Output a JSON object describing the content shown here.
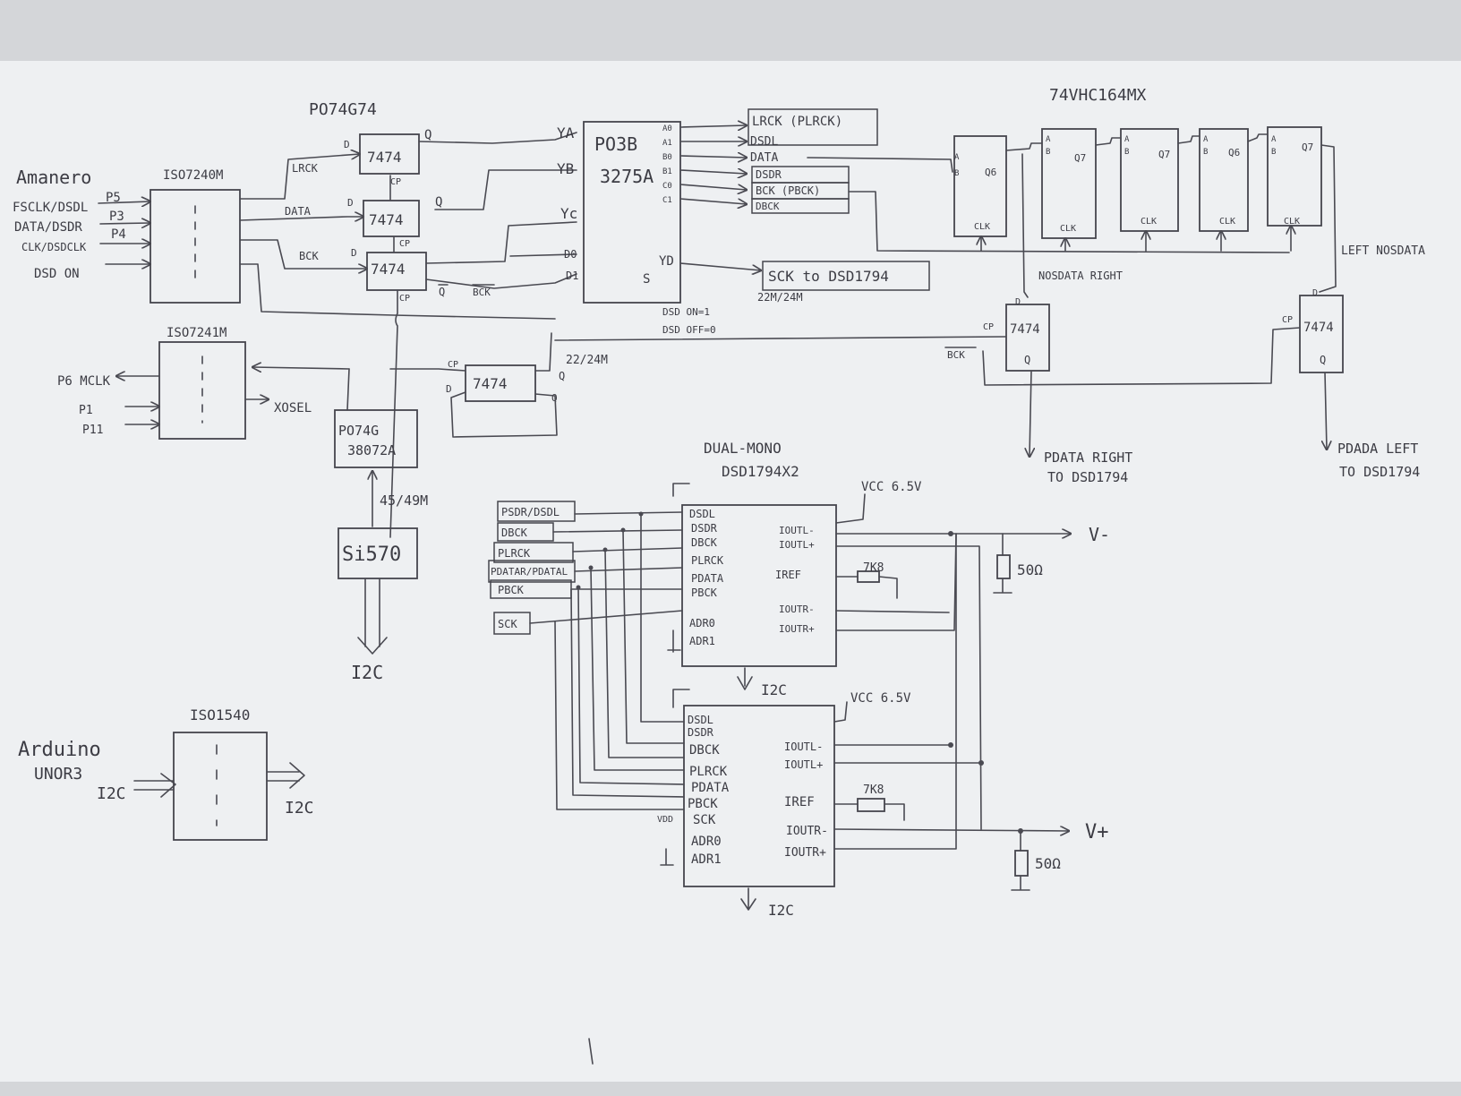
{
  "source_header": {
    "label": "Amanero",
    "pins": [
      "FSCLK/DSDL",
      "DATA/DSDR",
      "CLK/DSDCLK",
      "DSD ON"
    ],
    "pin_numbers": [
      "P5",
      "P3",
      "P4"
    ]
  },
  "iso_in": {
    "name": "ISO7240M"
  },
  "iso_mclk": {
    "name": "ISO7241M",
    "mclk": "P6 MCLK",
    "p1": "P1",
    "p11": "P11",
    "xosel": "XOSEL"
  },
  "flipflop_chip": {
    "name": "PO74G74"
  },
  "ff": {
    "name": "7474",
    "d": "D",
    "q": "Q",
    "qbar": "Q",
    "cp": "CP"
  },
  "signals": {
    "lrck": "LRCK",
    "data": "DATA",
    "bck": "BCK",
    "bck_bar": "BCK"
  },
  "mux": {
    "name": "PO3B",
    "part": "3275A",
    "ya": "YA",
    "yb": "YB",
    "yc": "Yc",
    "yd": "YD",
    "d0": "D0",
    "d1": "D1",
    "s": "S",
    "outs": [
      "A0",
      "A1",
      "B0",
      "B1",
      "C0",
      "C1"
    ],
    "dsd_on": "DSD ON=1",
    "dsd_off": "DSD OFF=0"
  },
  "mux_labels": {
    "lrck_plrck": "LRCK (PLRCK)",
    "dsdl": "DSDL",
    "data": "DATA",
    "dsdr": "DSDR",
    "bck_pbck": "BCK (PBCK)",
    "dbck": "DBCK"
  },
  "sck": {
    "to": "SCK to DSD1794",
    "freq": "22M/24M"
  },
  "freq_2224": "22/24M",
  "osc_div": {
    "name": "PO74G",
    "part": "38072A",
    "freq": "45/49M"
  },
  "si570": {
    "name": "Si570",
    "i2c": "I2C"
  },
  "shift_reg": {
    "name": "74VHC164MX",
    "a": "A",
    "b": "B",
    "clk": "CLK",
    "q6": "Q6",
    "q7": "Q7"
  },
  "nos": {
    "right": "NOSDATA RIGHT",
    "left": "LEFT NOSDATA",
    "pdata_right": "PDATA RIGHT",
    "to_dsd_r": "TO DSD1794",
    "pdata_left": "PDADA LEFT",
    "to_dsd_l": "TO DSD1794"
  },
  "dac": {
    "title1": "DUAL-MONO",
    "title2": "DSD1794X2",
    "vcc": "VCC 6.5V",
    "left_pins": [
      "DSDL",
      "DSDR",
      "DBCK",
      "PLRCK",
      "PDATA",
      "PBCK"
    ],
    "adr": [
      "ADR0",
      "ADR1"
    ],
    "sck_pin": "SCK",
    "vdd": "VDD",
    "right_pins": [
      "IOUTL-",
      "IOUTL+",
      "IREF",
      "IOUTR-",
      "IOUTR+"
    ],
    "resistor_7k8": "7K8",
    "resistor_50": "50Ω",
    "v_minus": "V-",
    "v_plus": "V+",
    "i2c": "I2C",
    "tags": [
      "PSDR/DSDL",
      "DBCK",
      "PLRCK",
      "PDATAR/PDATAL",
      "PBCK",
      "SCK"
    ]
  },
  "isolator_i2c": {
    "name": "ISO1540",
    "arduino": "Arduino",
    "uno": "UNOR3",
    "i2c_in": "I2C",
    "i2c_out": "I2C"
  }
}
